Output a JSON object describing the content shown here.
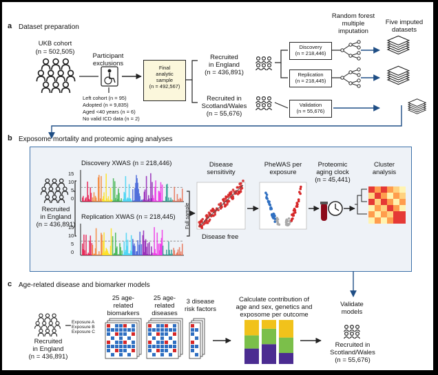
{
  "section_a": {
    "letter": "a",
    "title": "Dataset preparation",
    "cohort": "UKB cohort",
    "cohort_n": "(n = 502,505)",
    "exclusions_title": "Participant\nexclusions",
    "exclusions": [
      "Left cohort (n = 95)",
      "Adopted (n = 9,835)",
      "Aged <40 years (n = 6)",
      "No valid ICD data (n = 2)"
    ],
    "final_sample": "Final\nanalytic\nsample\n(n = 492,567)",
    "england": "Recruited\nin England\n(n = 436,891)",
    "scotland": "Recruited in\nScotland/Wales\n(n = 55,676)",
    "discovery": "Discovery\n(n = 218,446)",
    "replication": "Replication\n(n = 218,445)",
    "validation": "Validation\n(n = 55,676)",
    "rf_label": "Random forest\nmultiple\nimputation",
    "imputed_label": "Five imputed\ndatasets"
  },
  "section_b": {
    "letter": "b",
    "title": "Exposome mortality and proteomic aging analyses",
    "england": "Recruited\nin England\n(n = 436,891)",
    "discovery_xwas": "Discovery XWAS (n = 218,446)",
    "replication_xwas": "Replication XWAS (n = 218,445)",
    "y_ticks": [
      "15",
      "10",
      "5",
      "0"
    ],
    "disease_sensitivity": "Disease\nsensitivity",
    "full_sample": "Full sample",
    "disease_free": "Disease free",
    "phewas": "PheWAS per\nexposure",
    "proteomic": "Proteomic\naging clock\n(n = 45,441)",
    "cluster": "Cluster\nanalysis"
  },
  "section_c": {
    "letter": "c",
    "title": "Age-related disease and biomarker models",
    "england": "Recruited\nin England\n(n = 436,891)",
    "biomarkers": "25 age-\nrelated\nbiomarkers",
    "diseases": "25 age-\nrelated\ndiseases",
    "risk_factors": "3 disease\nrisk factors",
    "exposures": [
      "Exposure A",
      "Exposure B",
      "Exposure C"
    ],
    "contribution": "Calculate contribution of\nage and sex, genetics and\nexposome per outcome",
    "validate": "Validate\nmodels",
    "scotland": "Recruited in\nScotland/Wales\n(n = 55,676)"
  },
  "colors": {
    "panel_border": "#3a6fa8",
    "arrow": "#1f4e85",
    "bar_purple": "#4b2c91",
    "bar_green": "#7bbf4a",
    "bar_yellow": "#f1c21b",
    "red": "#d62728",
    "blue": "#2f6fc1"
  },
  "icons": [
    "people-group-icon",
    "wheelchair-person-icon",
    "network-tree-icon",
    "stacked-datasets-icon",
    "scatter-plot-icon",
    "volcano-plot-icon",
    "test-tube-icon",
    "clock-icon",
    "heatmap-icon",
    "matrix-grid-icon",
    "stacked-bar-icon"
  ]
}
